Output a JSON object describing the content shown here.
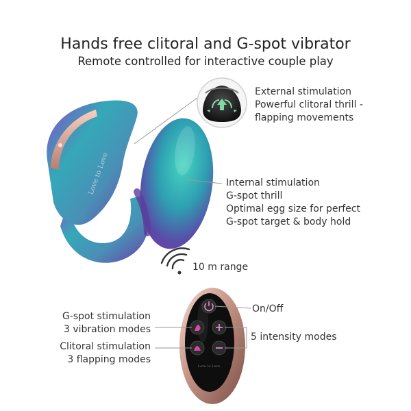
{
  "title": "Hands free clitoral and G-spot vibrator",
  "subtitle": "Remote controlled for interactive couple play",
  "external": {
    "lines": [
      "External stimulation",
      "Powerful clitoral thrill -",
      "flapping movements"
    ]
  },
  "internal": {
    "lines": [
      "Internal stimulation",
      "G-spot thrill",
      "Optimal egg size for perfect",
      "G-spot target & body hold"
    ]
  },
  "range": {
    "label": "10 m range"
  },
  "remote": {
    "onoff_label": "On/Off",
    "intensity_label": "5 intensity modes",
    "gspot_lines": [
      "G-spot stimulation",
      "3 vibration modes"
    ],
    "clitoral_lines": [
      "Clitoral stimulation",
      "3 flapping modes"
    ],
    "brand_text": "Love to Love"
  },
  "device": {
    "brand_text": "Love to Love"
  },
  "colors": {
    "device_teal": "#2fb7a9",
    "device_purple": "#6a3ea8",
    "remote_rose": "#caa092",
    "button_dark": "#2a2a2a",
    "icon_accent": "#d44ba0"
  }
}
